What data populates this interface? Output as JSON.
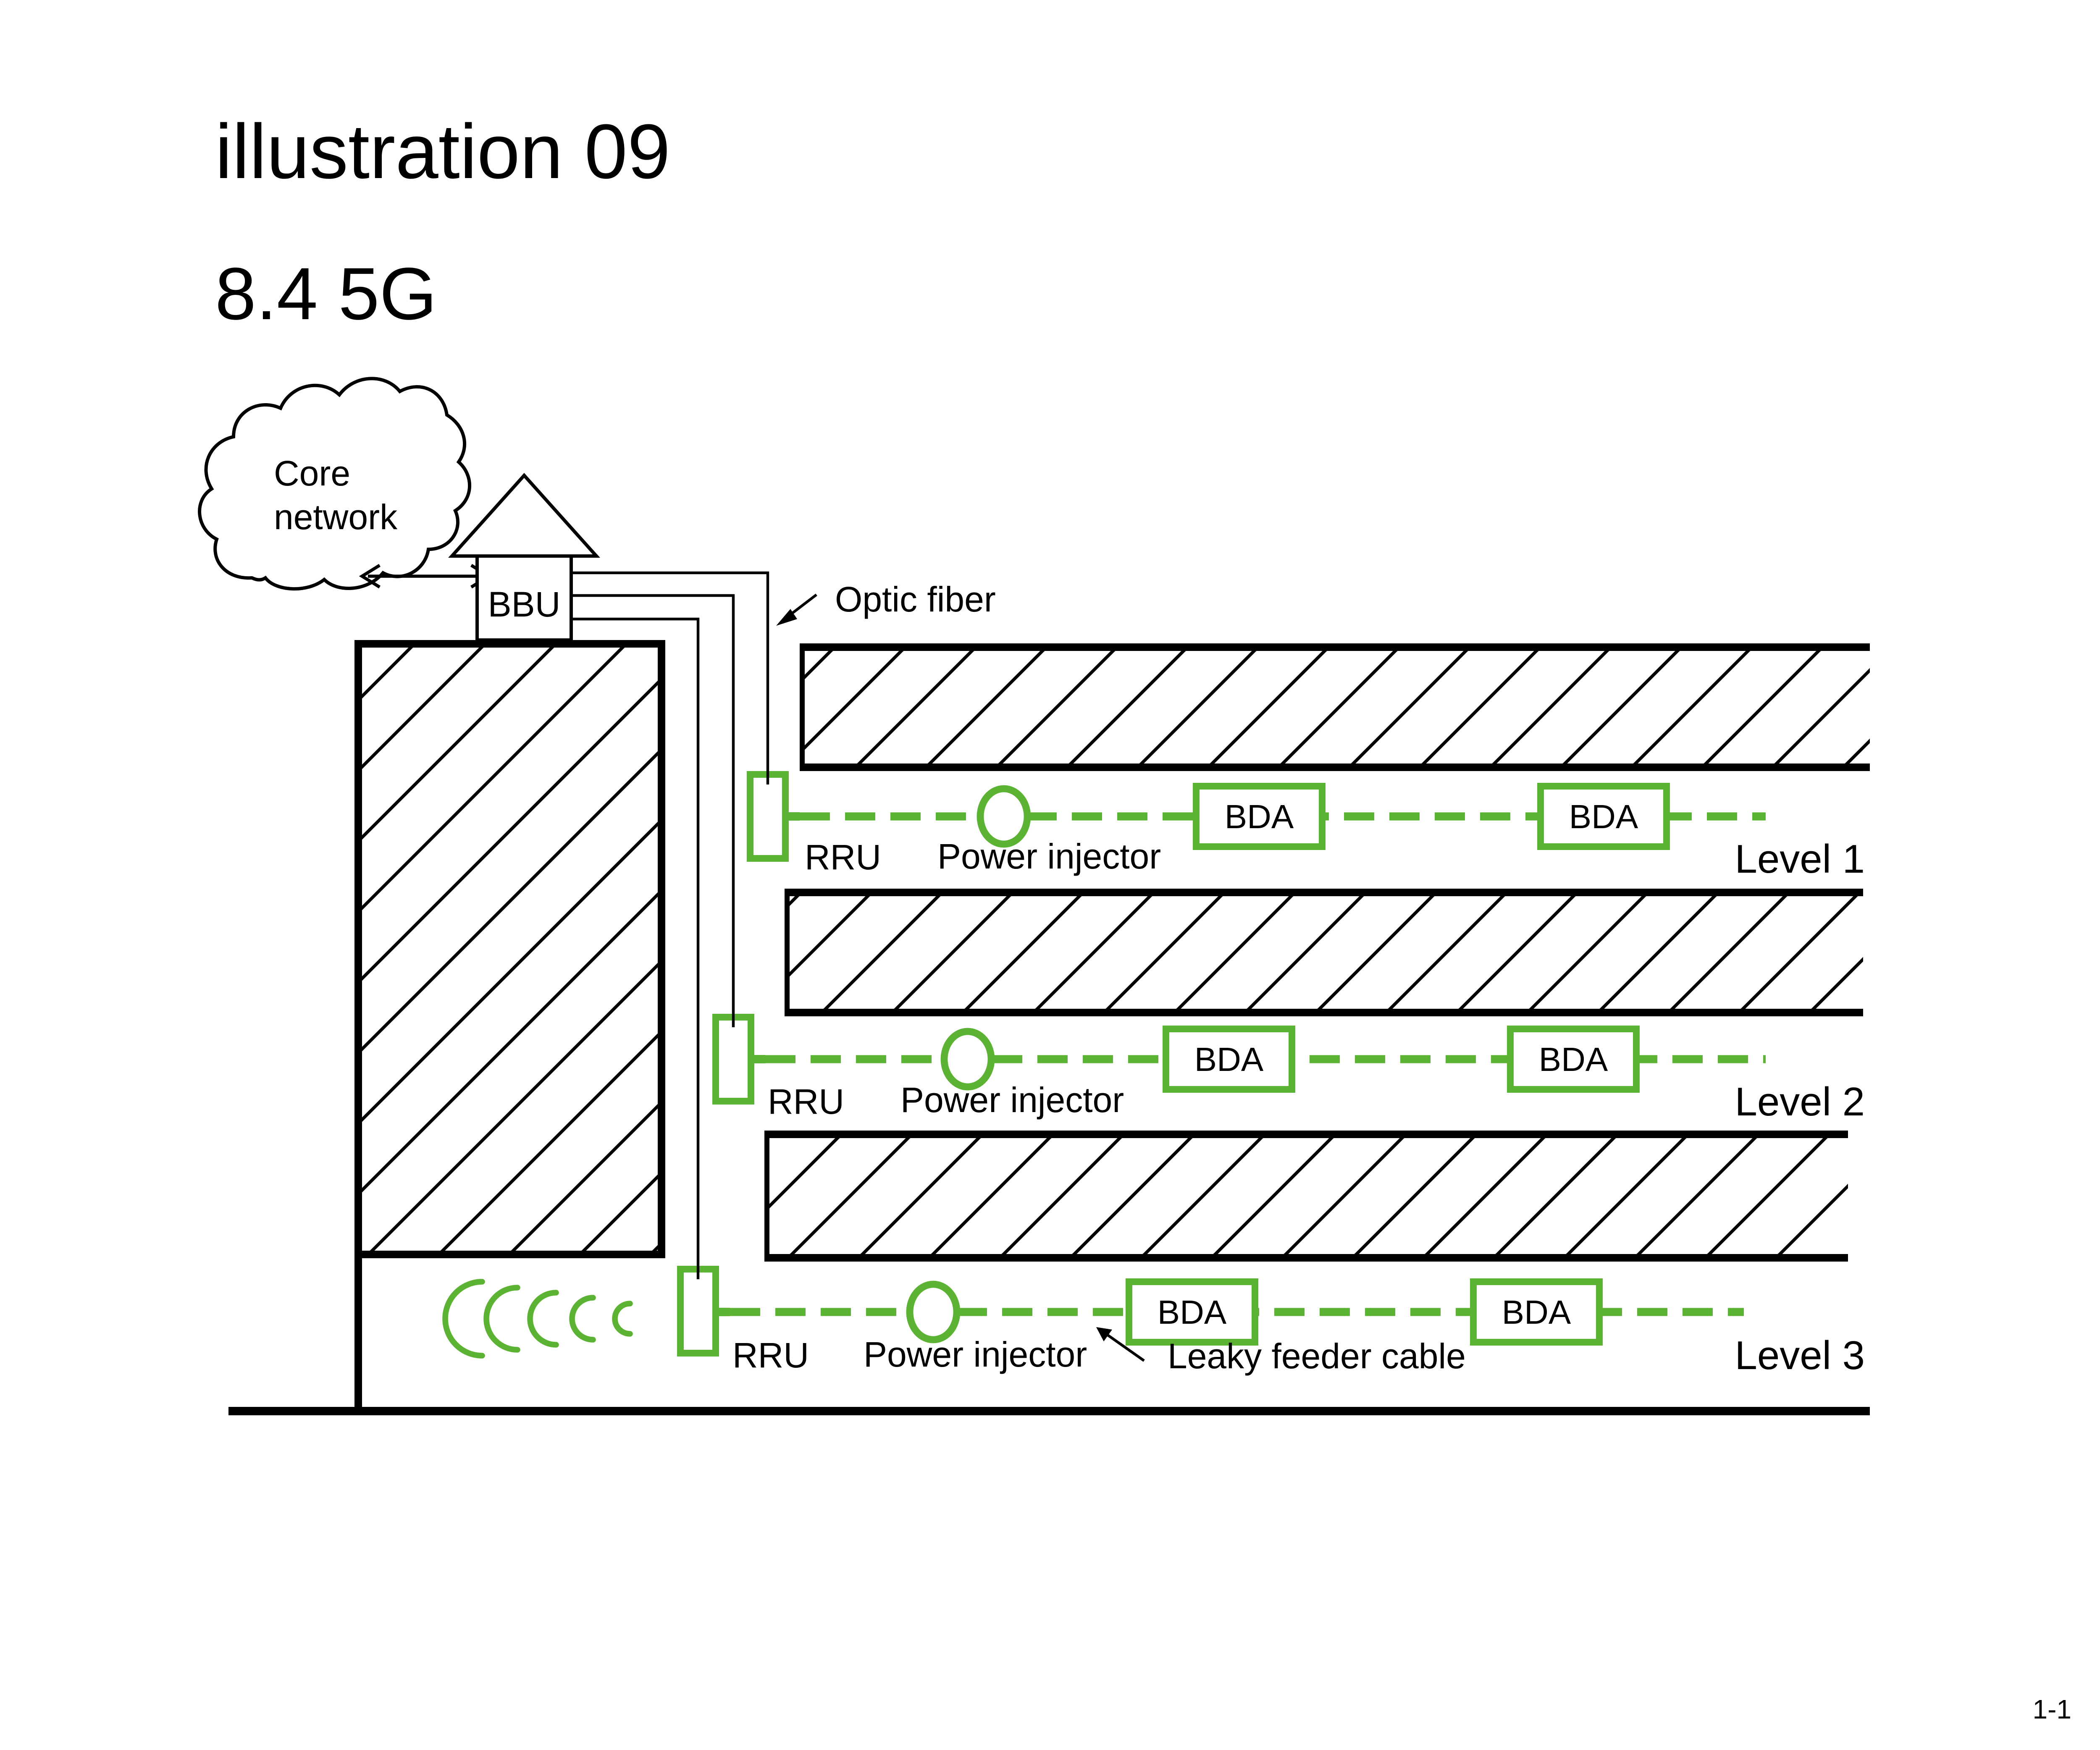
{
  "page": {
    "title": "illustration 09",
    "subtitle": "8.4 5G",
    "page_number": "1-1"
  },
  "colors": {
    "green": "#5CB232",
    "black": "#000000",
    "background": "#FFFFFF"
  },
  "diagram": {
    "cloud": {
      "line1": "Core",
      "line2": "network"
    },
    "bbu_label": "BBU",
    "optic_fiber_label": "Optic fiber",
    "leaky_feeder_label": "Leaky feeder cable",
    "levels": [
      {
        "name": "Level 1",
        "rru": "RRU",
        "power_injector": "Power injector",
        "bda1": "BDA",
        "bda2": "BDA"
      },
      {
        "name": "Level 2",
        "rru": "RRU",
        "power_injector": "Power injector",
        "bda1": "BDA",
        "bda2": "BDA"
      },
      {
        "name": "Level 3",
        "rru": "RRU",
        "power_injector": "Power injector",
        "bda1": "BDA",
        "bda2": "BDA"
      }
    ]
  }
}
